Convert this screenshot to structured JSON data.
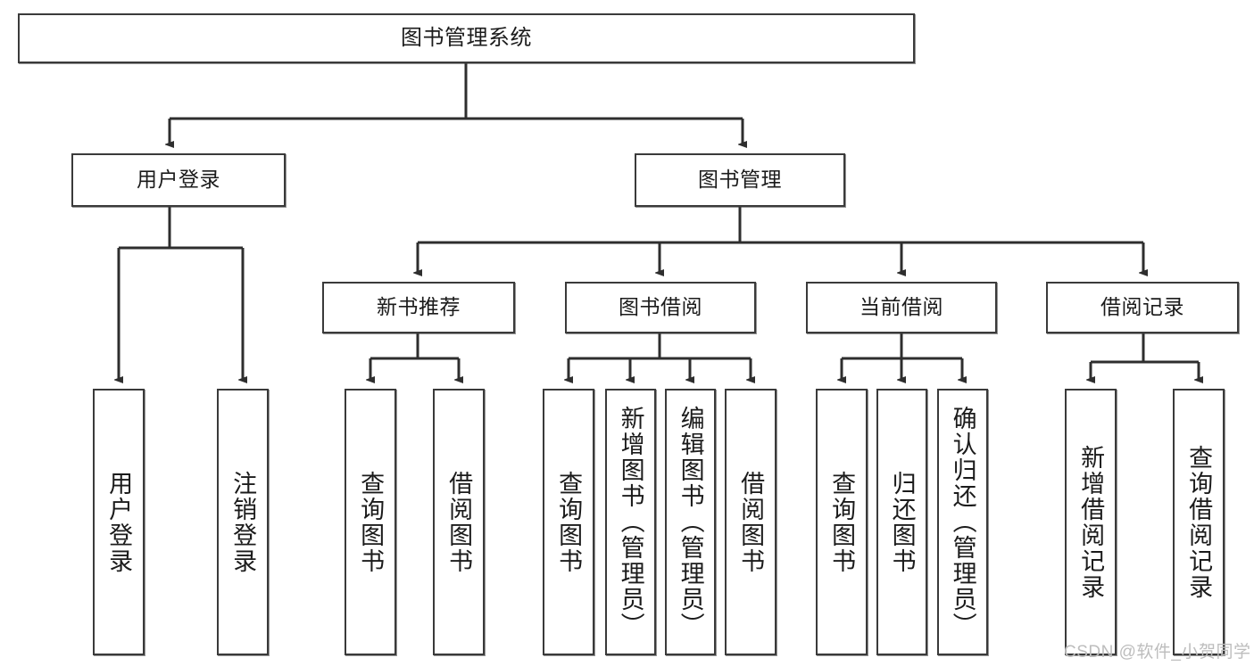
{
  "diagram": {
    "title": "图书管理系统",
    "type": "tree-hierarchy",
    "root": {
      "label": "图书管理系统"
    },
    "level1": [
      {
        "label": "用户登录"
      },
      {
        "label": "图书管理"
      }
    ],
    "level2": [
      {
        "label": "新书推荐"
      },
      {
        "label": "图书借阅"
      },
      {
        "label": "当前借阅"
      },
      {
        "label": "借阅记录"
      }
    ],
    "leaves": {
      "user_login": [
        {
          "label": "用户登录"
        },
        {
          "label": "注销登录"
        }
      ],
      "new_book_recommend": [
        {
          "label": "查询图书"
        },
        {
          "label": "借阅图书"
        }
      ],
      "book_borrow": [
        {
          "label": "查询图书"
        },
        {
          "label": "新增图书（管理员）"
        },
        {
          "label": "编辑图书（管理员）"
        },
        {
          "label": "借阅图书"
        }
      ],
      "current_borrow": [
        {
          "label": "查询图书"
        },
        {
          "label": "归还图书"
        },
        {
          "label": "确认归还（管理员）"
        }
      ],
      "borrow_record": [
        {
          "label": "新增借阅记录"
        },
        {
          "label": "查询借阅记录"
        }
      ]
    }
  },
  "watermark": {
    "text": "CSDN @软件_小贺同学"
  },
  "colors": {
    "stroke": "#3a3a3a",
    "fill": "#ffffff",
    "text": "#1b1b1b",
    "watermark": "#bdbdbd"
  }
}
